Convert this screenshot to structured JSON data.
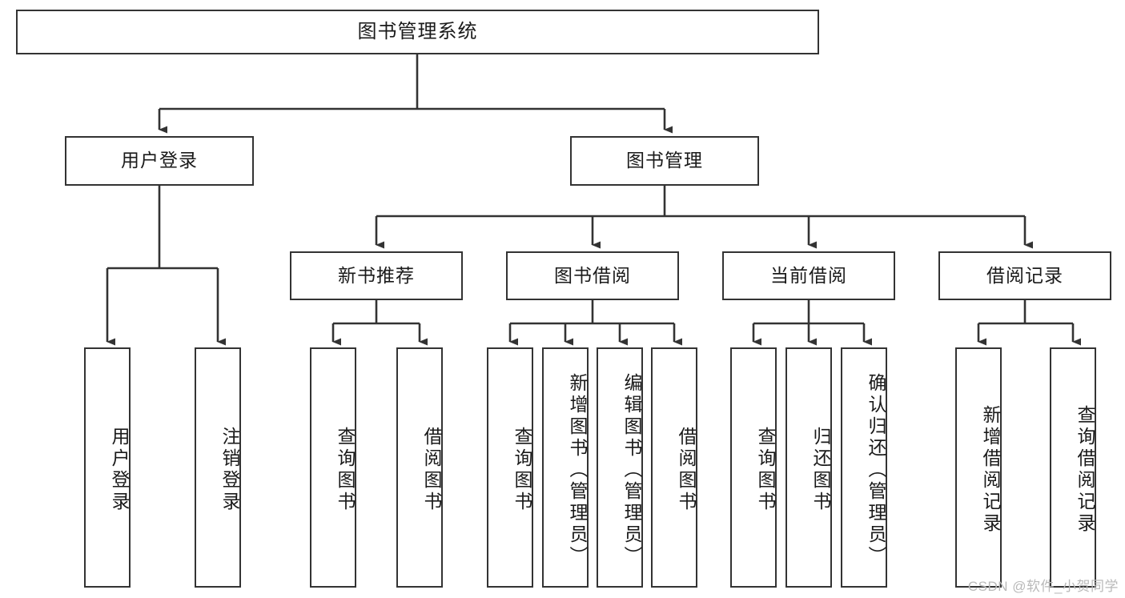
{
  "diagram": {
    "type": "tree",
    "title": "图书管理系统",
    "watermark": "CSDN @软件_小贺同学",
    "colors": {
      "stroke": "#333333",
      "fill": "#ffffff",
      "text": "#1a1a1a",
      "watermark": "#b9b9b9"
    },
    "root": {
      "label": "图书管理系统"
    },
    "level2": [
      {
        "label": "用户登录"
      },
      {
        "label": "图书管理"
      }
    ],
    "level3": [
      {
        "label": "新书推荐"
      },
      {
        "label": "图书借阅"
      },
      {
        "label": "当前借阅"
      },
      {
        "label": "借阅记录"
      }
    ],
    "leaves": {
      "user_login": [
        {
          "label": "用户登录"
        },
        {
          "label": "注销登录"
        }
      ],
      "new_book_recommend": [
        {
          "label": "查询图书"
        },
        {
          "label": "借阅图书"
        }
      ],
      "book_borrow": [
        {
          "label": "查询图书"
        },
        {
          "label": "新增图书（管理员）"
        },
        {
          "label": "编辑图书（管理员）"
        },
        {
          "label": "借阅图书"
        }
      ],
      "current_borrow": [
        {
          "label": "查询图书"
        },
        {
          "label": "归还图书"
        },
        {
          "label": "确认归还（管理员）"
        }
      ],
      "borrow_record": [
        {
          "label": "新增借阅记录"
        },
        {
          "label": "查询借阅记录"
        }
      ]
    }
  }
}
